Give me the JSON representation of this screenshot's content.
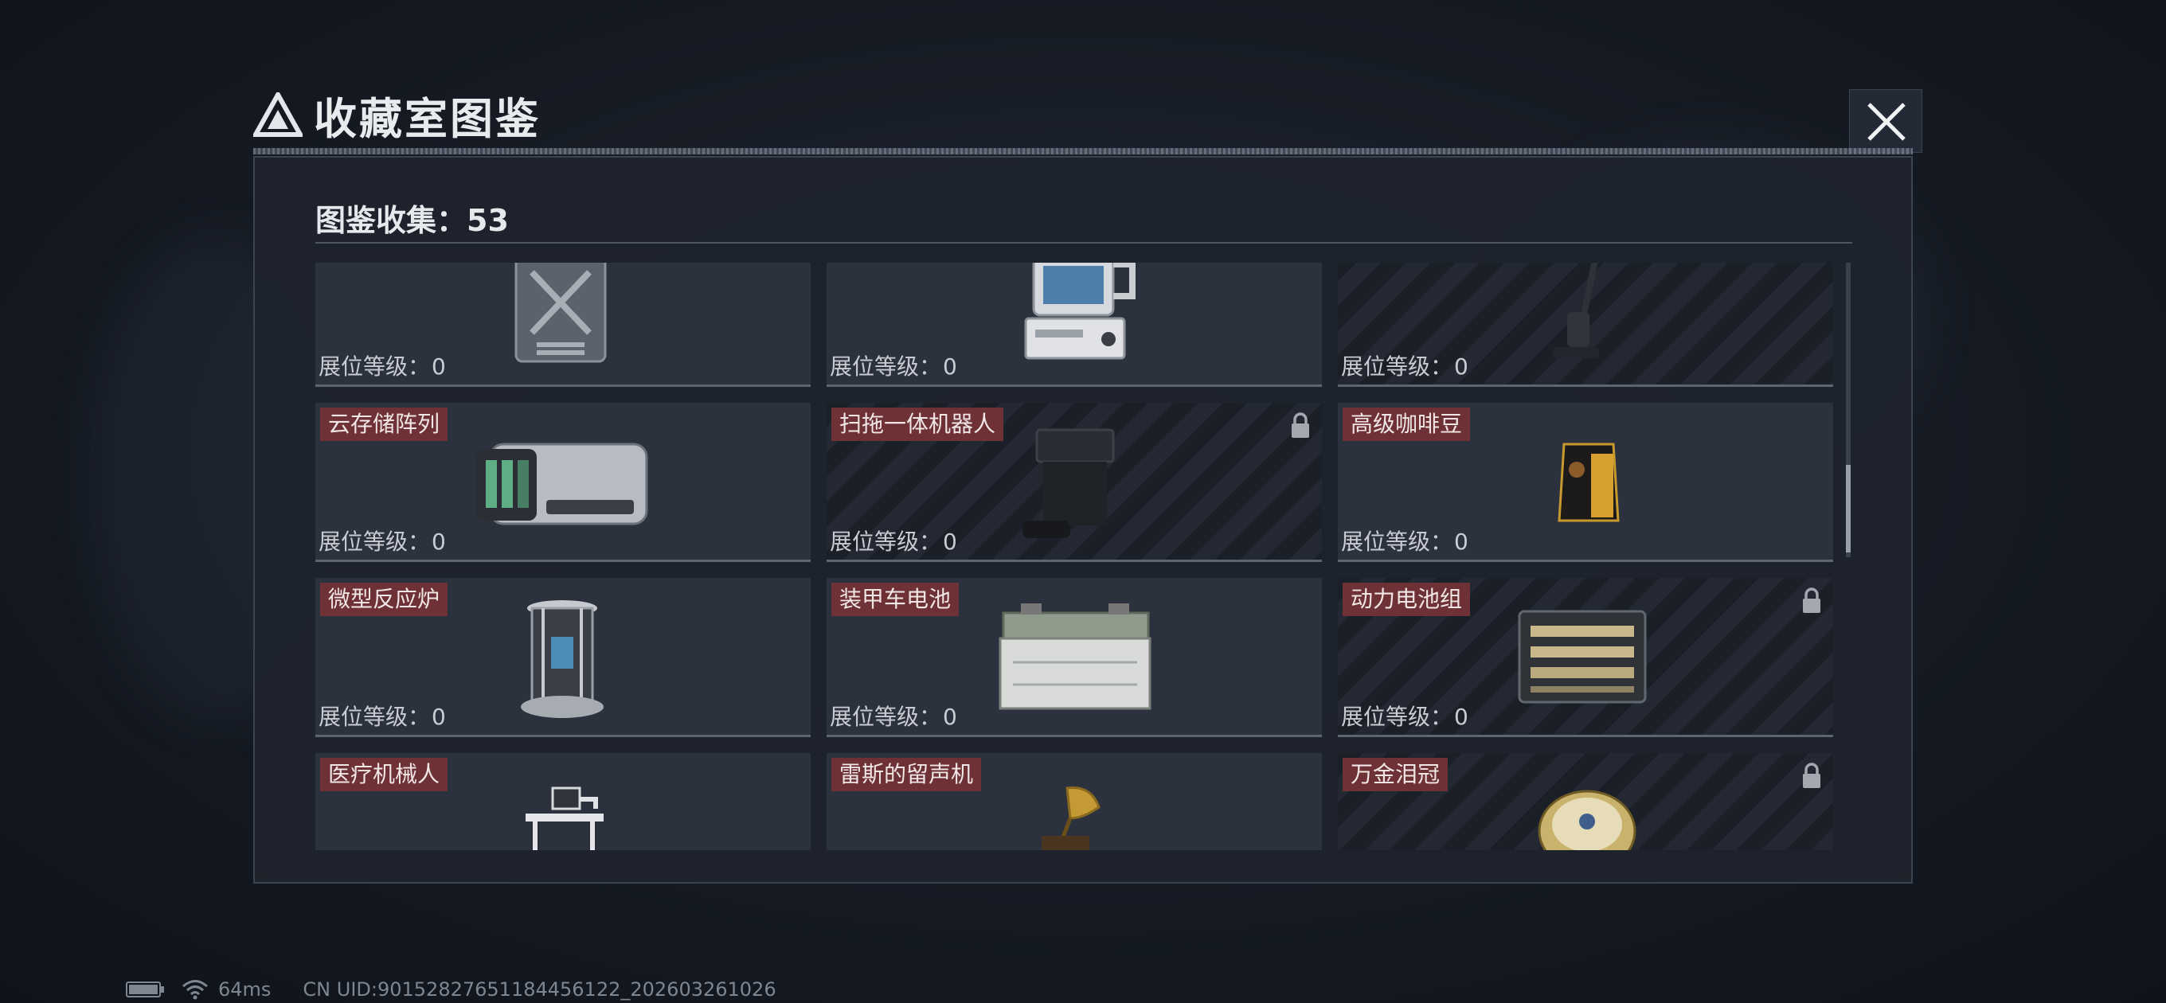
{
  "header": {
    "title": "收藏室图鉴"
  },
  "collection": {
    "label": "图鉴收集：53"
  },
  "level_label": "展位等级：",
  "cards": [
    {
      "name": "",
      "level": "0",
      "locked": false,
      "icon": "data-safe-icon"
    },
    {
      "name": "",
      "level": "0",
      "locked": false,
      "icon": "terminal-device-icon"
    },
    {
      "name": "",
      "level": "0",
      "locked": true,
      "icon": "floor-washer-icon"
    },
    {
      "name": "云存储阵列",
      "level": "0",
      "locked": false,
      "icon": "cloud-storage-array-icon"
    },
    {
      "name": "扫拖一体机器人",
      "level": "0",
      "locked": true,
      "icon": "mop-robot-icon"
    },
    {
      "name": "高级咖啡豆",
      "level": "0",
      "locked": false,
      "icon": "coffee-beans-icon"
    },
    {
      "name": "微型反应炉",
      "level": "0",
      "locked": false,
      "icon": "micro-reactor-icon"
    },
    {
      "name": "装甲车电池",
      "level": "0",
      "locked": false,
      "icon": "armored-battery-icon"
    },
    {
      "name": "动力电池组",
      "level": "0",
      "locked": true,
      "icon": "power-battery-pack-icon"
    },
    {
      "name": "医疗机械人",
      "level": "",
      "locked": false,
      "icon": "medical-robot-icon"
    },
    {
      "name": "雷斯的留声机",
      "level": "",
      "locked": false,
      "icon": "gramophone-icon"
    },
    {
      "name": "万金泪冠",
      "level": "",
      "locked": true,
      "icon": "jeweled-crown-icon"
    }
  ],
  "status": {
    "ping": "64ms",
    "uid": "CN UID:90152827651184456122_202603261026"
  },
  "colors": {
    "label_red": "#6e3236",
    "panel_bg": "#1e232d",
    "card_bg": "#2c323d"
  }
}
